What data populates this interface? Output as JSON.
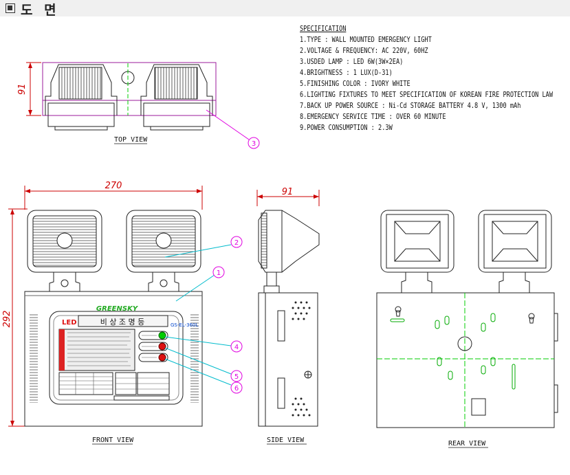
{
  "header": {
    "title": "도 면"
  },
  "specification": {
    "title": "SPECIFICATION",
    "items": [
      "1.TYPE : WALL MOUNTED EMERGENCY LIGHT",
      "2.VOLTAGE & FREQUENCY: AC 220V, 60HZ",
      "3.USDED LAMP : LED 6W(3W×2EA)",
      "4.BRIGHTNESS : 1 LUX(D-31)",
      "5.FINISHING COLOR : IVORY WHITE",
      "6.LIGHTING FIXTURES TO MEET SPECIFICATION OF KOREAN FIRE PROTECTION LAW",
      "7.BACK UP POWER SOURCE : Ni-Cd STORAGE BATTERY 4.8 V, 1300 mAh",
      "8.EMERGENCY SERVICE TIME : OVER 60 MINUTE",
      "9.POWER CONSUMPTION : 2.3W"
    ]
  },
  "views": {
    "top": "TOP VIEW",
    "front": "FRONT VIEW",
    "side": "SIDE VIEW",
    "rear": "REAR VIEW"
  },
  "dimensions": {
    "top_height": "91",
    "front_width": "270",
    "front_height": "292",
    "side_depth": "91"
  },
  "callouts": [
    "1",
    "2",
    "3",
    "4",
    "5",
    "6"
  ],
  "product": {
    "brand": "GREENSKY",
    "led": "LED",
    "name": "비 상 조 명 등",
    "model": "GS-EL-360L"
  },
  "colors": {
    "callout": "#e000e0",
    "dimension": "#cc0000",
    "centerline": "#00cc00",
    "brand": "#22aa22",
    "indicator_green": "#00cc00",
    "indicator_red": "#dd1111"
  }
}
